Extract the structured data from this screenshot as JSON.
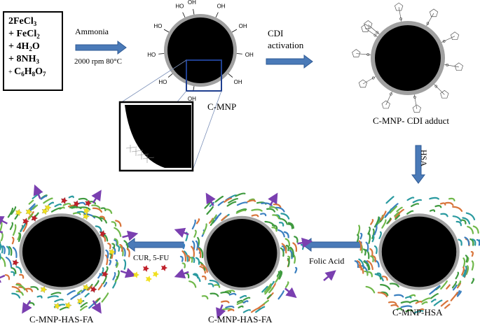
{
  "reactants": {
    "line1": {
      "pre": "2FeCl",
      "sub": "3"
    },
    "line2": {
      "pre": "+ FeCl",
      "sub": "2"
    },
    "line3": {
      "pre": "+ 4H",
      "sub": "2",
      "post": "O"
    },
    "line4": {
      "pre": "+ 8NH",
      "sub": "3"
    },
    "line5": {
      "pre": "+ C",
      "sub1": "6",
      "mid1": "H",
      "sub2": "8",
      "mid2": "O",
      "sub3": "7"
    }
  },
  "steps": {
    "ammonia": "Ammonia",
    "conditions": "2000 rpm 80°C",
    "cdi1": "CDI",
    "cdi2": "activation",
    "hsa": "HSA",
    "folic": "Folic Acid",
    "drugs": "CUR, 5-FU"
  },
  "products": {
    "cmnp": "C-MNP",
    "cdi_adduct": "C-MNP- CDI adduct",
    "hsa": "C-MNP-HSA",
    "fa_mid": "C-MNP-HAS-FA",
    "fa_left": "C-MNP-HAS-FA"
  },
  "oh_label": "OH",
  "ho_label": "HO",
  "colors": {
    "arrow": "#4a7ab8",
    "arrow_edge": "#2e5a94",
    "shell": "#a0a0a0",
    "core": "#000000",
    "zoom_box": "#1f3f8f",
    "purple": "#7a3fb0",
    "protein_green": "#3f9a3f",
    "protein_teal": "#2a9aa0",
    "protein_orange": "#d8743a",
    "drug_yellow": "#f0e020",
    "drug_red": "#c0202a"
  }
}
